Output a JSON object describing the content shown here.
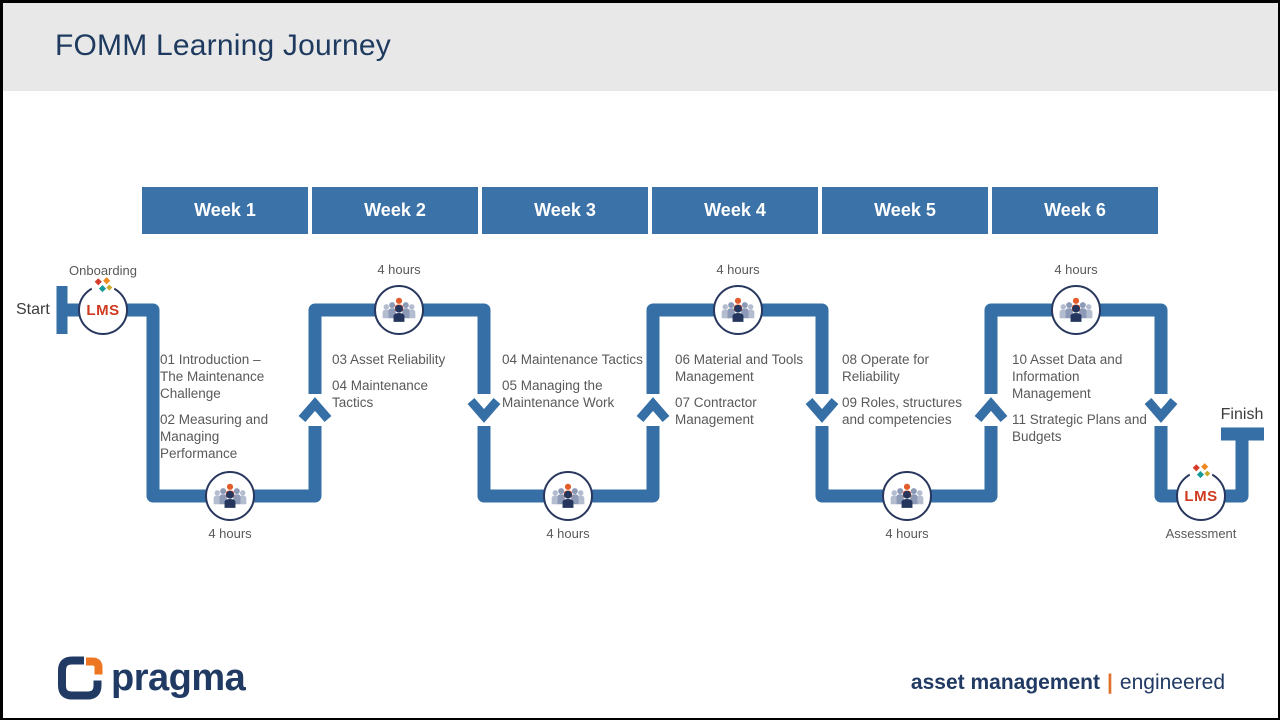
{
  "slide": {
    "title": "FOMM Learning Journey"
  },
  "weeks": [
    {
      "label": "Week 1"
    },
    {
      "label": "Week 2"
    },
    {
      "label": "Week 3"
    },
    {
      "label": "Week 4"
    },
    {
      "label": "Week 5"
    },
    {
      "label": "Week 6"
    }
  ],
  "journey": {
    "start_label": "Start",
    "finish_label": "Finish",
    "onboarding": {
      "title": "Onboarding",
      "badge": "LMS"
    },
    "assessment": {
      "title": "Assessment",
      "badge": "LMS"
    },
    "session_durations": [
      "4 hours",
      "4 hours",
      "4 hours",
      "4 hours",
      "4 hours",
      "4 hours"
    ]
  },
  "modules": [
    {
      "items": [
        "01 Introduction – The Maintenance Challenge",
        "02 Measuring and Managing Performance"
      ]
    },
    {
      "items": [
        "03 Asset Reliability",
        "04 Maintenance Tactics"
      ]
    },
    {
      "items": [
        "04 Maintenance Tactics",
        "05 Managing the Maintenance Work"
      ]
    },
    {
      "items": [
        "06 Material and Tools Management",
        "07 Contractor Management"
      ]
    },
    {
      "items": [
        "08 Operate for Reliability",
        "09 Roles, structures and competencies"
      ]
    },
    {
      "items": [
        "10 Asset Data and Information Management",
        "11 Strategic Plans and Budgets"
      ]
    }
  ],
  "footer": {
    "brand": "pragma",
    "tagline_left": "asset management",
    "tagline_separator": "|",
    "tagline_right": "engineered"
  },
  "colors": {
    "path_blue": "#356fa6",
    "header_blue": "#3b72a8",
    "navy": "#203a63",
    "lms_red": "#cf3a1e",
    "orange": "#ee7623",
    "text_gray": "#595959"
  }
}
